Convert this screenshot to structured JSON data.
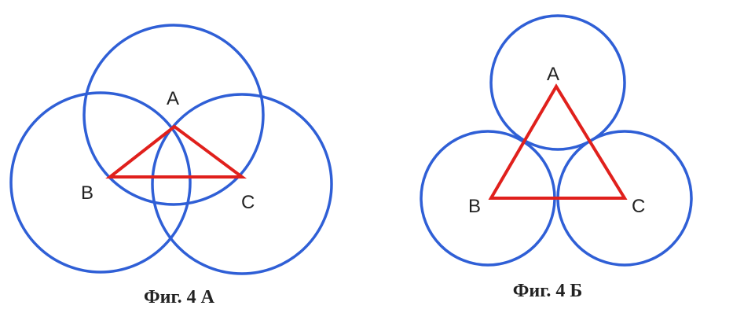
{
  "figures": [
    {
      "caption": "Фиг. 4 А",
      "points": {
        "A": "A",
        "B": "B",
        "C": "C"
      }
    },
    {
      "caption": "Фиг. 4 Б",
      "points": {
        "A": "A",
        "B": "B",
        "C": "C"
      }
    }
  ],
  "colors": {
    "circle": "#2f5fd6",
    "triangle": "#e0201c"
  }
}
